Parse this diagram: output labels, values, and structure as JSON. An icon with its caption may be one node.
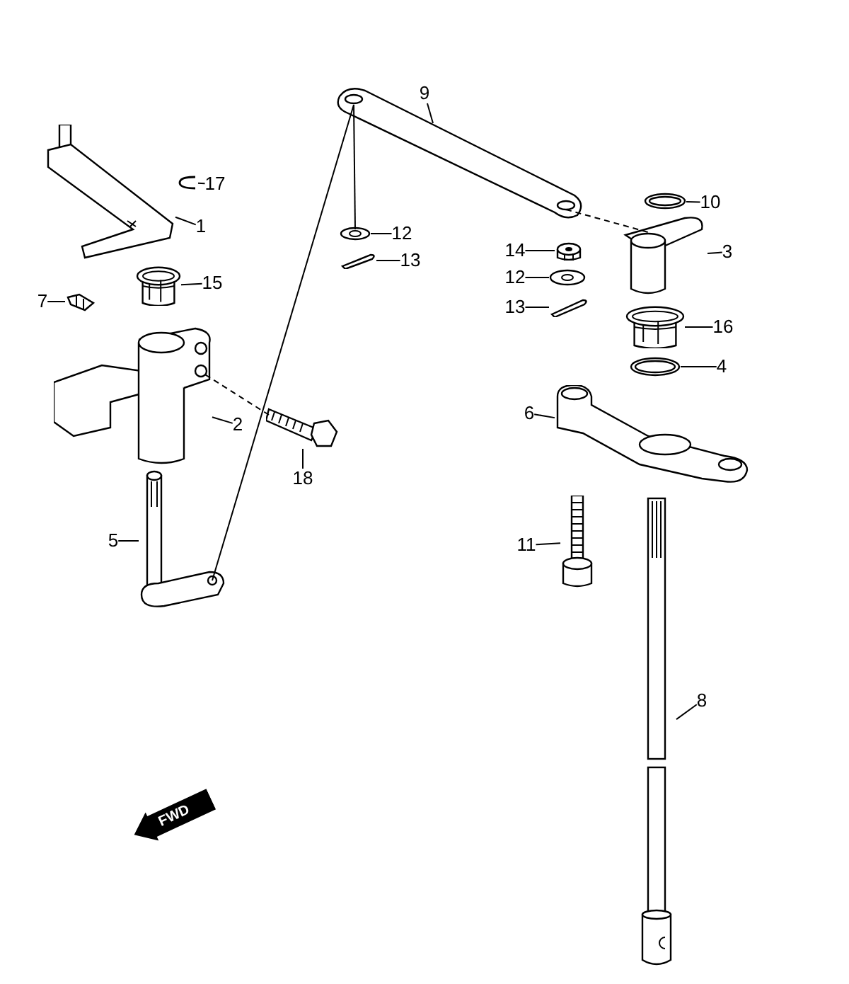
{
  "diagram": {
    "nodes": [
      {
        "text": [
          "9"
        ]
      },
      {
        "text": [
          "10"
        ]
      },
      {
        "text": [
          "17"
        ]
      },
      {
        "text": [
          "12"
        ]
      },
      {
        "text": [
          "3"
        ]
      },
      {
        "text": [
          "1"
        ]
      },
      {
        "text": [
          "13"
        ]
      },
      {
        "text": [
          "14"
        ]
      },
      {
        "text": [
          "15"
        ]
      },
      {
        "text": [
          "12"
        ]
      },
      {
        "text": [
          "13"
        ]
      },
      {
        "text": [
          "16"
        ]
      },
      {
        "text": [
          "7"
        ]
      },
      {
        "text": [
          "4"
        ]
      },
      {
        "text": [
          "6"
        ]
      },
      {
        "text": [
          "2"
        ]
      },
      {
        "text": [
          "18"
        ]
      },
      {
        "text": [
          "11"
        ]
      },
      {
        "text": [
          "5"
        ]
      },
      {
        "text": [
          "8"
        ]
      },
      {
        "text": [],
        "shape": "picture"
      },
      {
        "text": [],
        "shape": "picture"
      },
      {
        "text": [],
        "shape": "picture"
      },
      {
        "text": [],
        "shape": "picture"
      },
      {
        "text": [],
        "shape": "picture"
      },
      {
        "text": [],
        "shape": "picture"
      },
      {
        "text": [],
        "shape": "picture"
      },
      {
        "text": [],
        "shape": "picture"
      },
      {
        "text": [],
        "shape": "picture"
      },
      {
        "text": [],
        "shape": "picture"
      },
      {
        "text": [],
        "shape": "picture"
      },
      {
        "text": [],
        "shape": "picture"
      },
      {
        "text": [],
        "shape": "picture"
      },
      {
        "text": [],
        "shape": "picture"
      },
      {
        "text": [],
        "shape": "picture"
      },
      {
        "text": [],
        "shape": "picture"
      },
      {
        "text": [],
        "shape": "picture"
      },
      {
        "text": [],
        "shape": "picture"
      },
      {
        "text": [],
        "shape": "picture"
      },
      {
        "text": [],
        "shape": "picture"
      }
    ],
    "edges": [
      {
        "from": 0,
        "to": 20,
        "arrow": "none"
      },
      {
        "from": 1,
        "to": 21,
        "arrow": "none"
      },
      {
        "from": 2,
        "to": 22,
        "arrow": "none"
      },
      {
        "from": 3,
        "to": 23,
        "arrow": "none"
      },
      {
        "from": 4,
        "to": 24,
        "arrow": "none"
      },
      {
        "from": 5,
        "to": 25,
        "arrow": "none"
      },
      {
        "from": 6,
        "to": 26,
        "arrow": "none"
      },
      {
        "from": 7,
        "to": 27,
        "arrow": "none"
      },
      {
        "from": 8,
        "to": 28,
        "arrow": "none"
      },
      {
        "from": 9,
        "to": 29,
        "arrow": "none"
      },
      {
        "from": 10,
        "to": 30,
        "arrow": "none"
      },
      {
        "from": 11,
        "to": 31,
        "arrow": "none"
      },
      {
        "from": 12,
        "to": 32,
        "arrow": "none"
      },
      {
        "from": 13,
        "to": 33,
        "arrow": "none"
      },
      {
        "from": 14,
        "to": 34,
        "arrow": "none"
      },
      {
        "from": 15,
        "to": 35,
        "arrow": "none"
      },
      {
        "from": 16,
        "to": 36,
        "arrow": "none"
      },
      {
        "from": 17,
        "to": 37,
        "arrow": "none"
      },
      {
        "from": 18,
        "to": 38,
        "arrow": "none"
      },
      {
        "from": 19,
        "to": 39,
        "arrow": "none"
      },
      {
        "from": 38,
        "to": 20,
        "arrow": "none"
      },
      {
        "from": 20,
        "to": 23,
        "arrow": "none"
      },
      {
        "from": 20,
        "to": 24,
        "arrow": "none",
        "style": "dashed"
      },
      {
        "from": 36,
        "to": 35,
        "arrow": "none",
        "style": "dashed"
      }
    ],
    "labels": [
      "FWD"
    ]
  }
}
